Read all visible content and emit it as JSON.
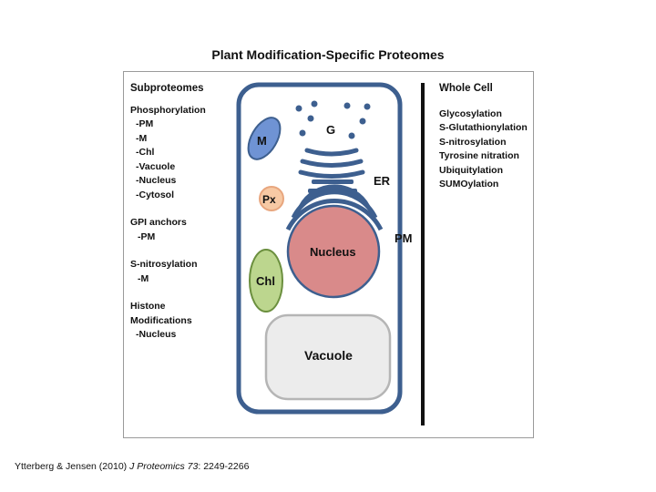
{
  "title": "Plant Modification-Specific Proteomes",
  "subproteomes": {
    "heading": "Subproteomes",
    "groups": [
      {
        "name": "Phosphorylation",
        "items": [
          "-PM",
          "-M",
          "-Chl",
          "-Vacuole",
          "-Nucleus",
          "-Cytosol"
        ]
      },
      {
        "name": "GPI anchors",
        "items": [
          "-PM"
        ]
      },
      {
        "name": "S-nitrosylation",
        "items": [
          "-M"
        ]
      },
      {
        "name": "Histone",
        "name2": "Modifications",
        "items": [
          "-Nucleus"
        ]
      }
    ]
  },
  "whole_cell": {
    "heading": "Whole Cell",
    "items": [
      "Glycosylation",
      "S-Glutathionylation",
      "S-nitrosylation",
      "Tyrosine nitration",
      "Ubiquitylation",
      "SUMOylation"
    ]
  },
  "cell": {
    "organelles": {
      "m": "M",
      "px": "Px",
      "chl": "Chl",
      "g": "G",
      "er": "ER",
      "nucleus": "Nucleus",
      "vacuole": "Vacuole",
      "pm": "PM"
    },
    "colors": {
      "membrane": "#3d5f8f",
      "mitochondrion": "#6f93d4",
      "peroxisome": "#f7c9a4",
      "chloroplast": "#bcd68e",
      "nucleus": "#d98a8a",
      "vacuole": "#ececec"
    }
  },
  "citation": {
    "authors": "Ytterberg & Jensen (2010) ",
    "journal": "J Proteomics 73",
    "pages": ": 2249-2266"
  }
}
